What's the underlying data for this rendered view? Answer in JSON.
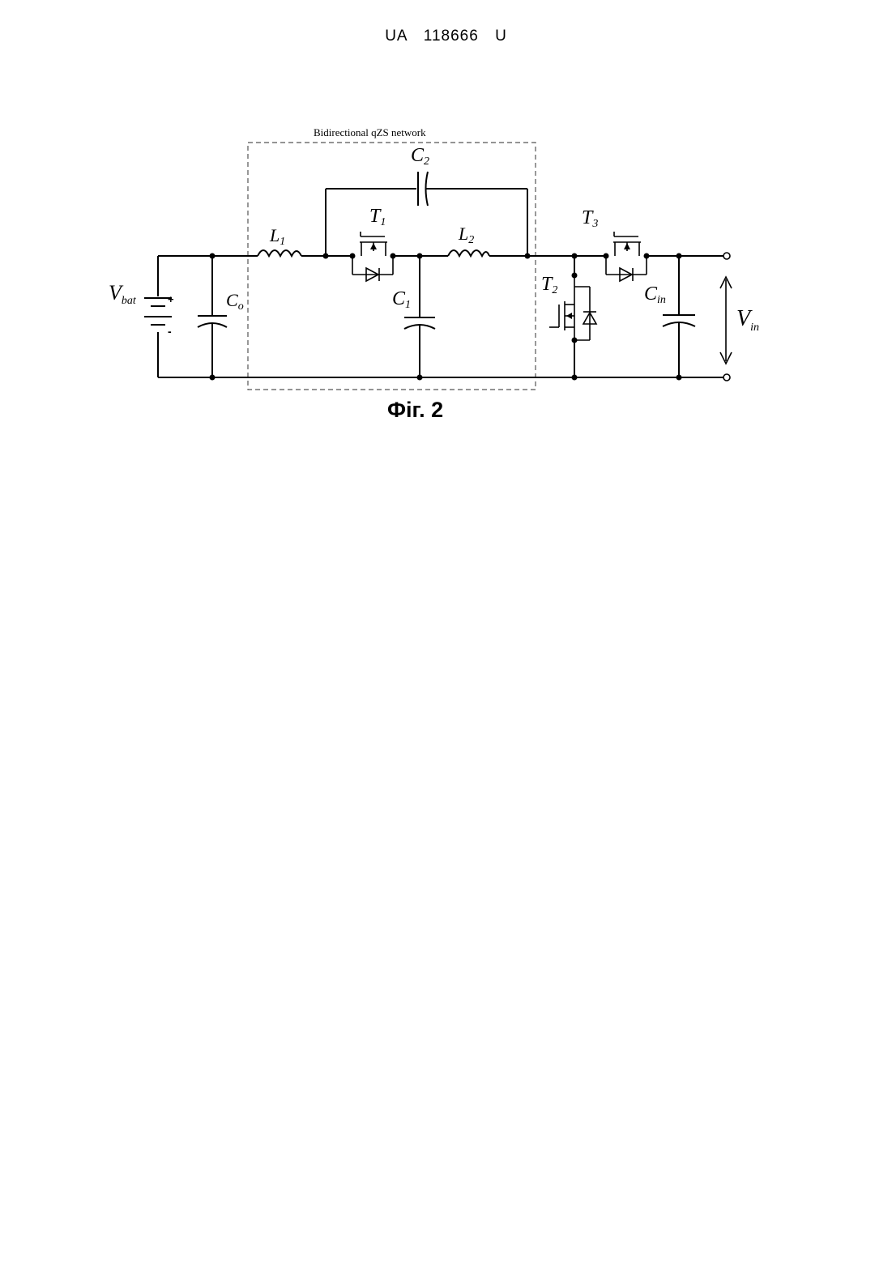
{
  "header": {
    "doc_id": "UA   118666   U"
  },
  "diagram": {
    "network_label": "Bidirectional qZS network",
    "caption": "Фіг. 2",
    "labels": {
      "vbat": {
        "main": "V",
        "sub": "bat"
      },
      "co": {
        "main": "C",
        "sub": "o"
      },
      "l1": {
        "main": "L",
        "sub": "1"
      },
      "t1": {
        "main": "T",
        "sub": "1"
      },
      "c2": {
        "main": "C",
        "sub": "2"
      },
      "l2": {
        "main": "L",
        "sub": "2"
      },
      "c1": {
        "main": "C",
        "sub": "1"
      },
      "t2": {
        "main": "T",
        "sub": "2"
      },
      "t3": {
        "main": "T",
        "sub": "3"
      },
      "cin": {
        "main": "C",
        "sub": "in"
      },
      "vin": {
        "main": "V",
        "sub": "in"
      }
    },
    "battery_plus": "+",
    "battery_minus": "-"
  }
}
